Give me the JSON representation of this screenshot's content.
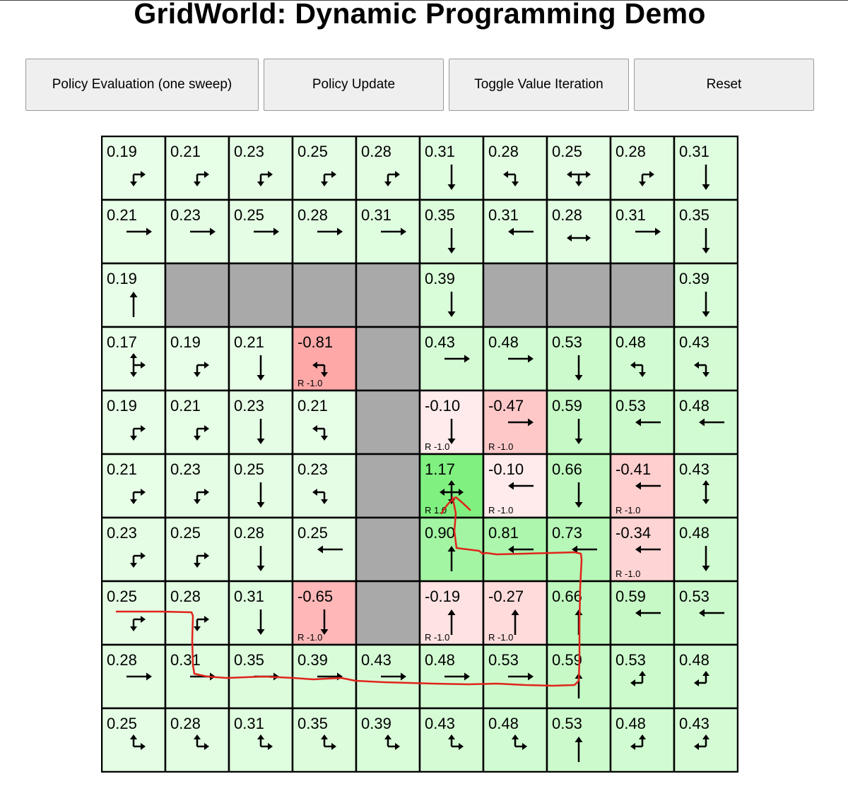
{
  "title": "GridWorld: Dynamic Programming Demo",
  "buttons": {
    "policy_evaluation": "Policy Evaluation (one sweep)",
    "policy_update": "Policy Update",
    "toggle_value_iteration": "Toggle Value Iteration",
    "reset": "Reset"
  },
  "colors": {
    "wall": "#a9a9a9",
    "positive_max": "#80f080",
    "negative_max": "#ffa8a8",
    "arrow": "#000000",
    "user_path": "#e0241b"
  },
  "grid": {
    "rows": 10,
    "cols": 10,
    "values": [
      [
        "0.19",
        "0.21",
        "0.23",
        "0.25",
        "0.28",
        "0.31",
        "0.28",
        "0.25",
        "0.28",
        "0.31"
      ],
      [
        "0.21",
        "0.23",
        "0.25",
        "0.28",
        "0.31",
        "0.35",
        "0.31",
        "0.28",
        "0.31",
        "0.35"
      ],
      [
        "0.19",
        null,
        null,
        null,
        null,
        "0.39",
        null,
        null,
        null,
        "0.39"
      ],
      [
        "0.17",
        "0.19",
        "0.21",
        "-0.81",
        null,
        "0.43",
        "0.48",
        "0.53",
        "0.48",
        "0.43"
      ],
      [
        "0.19",
        "0.21",
        "0.23",
        "0.21",
        null,
        "-0.10",
        "-0.47",
        "0.59",
        "0.53",
        "0.48"
      ],
      [
        "0.21",
        "0.23",
        "0.25",
        "0.23",
        null,
        "1.17",
        "-0.10",
        "0.66",
        "-0.41",
        "0.43"
      ],
      [
        "0.23",
        "0.25",
        "0.28",
        "0.25",
        null,
        "0.90",
        "0.81",
        "0.73",
        "-0.34",
        "0.48"
      ],
      [
        "0.25",
        "0.28",
        "0.31",
        "-0.65",
        null,
        "-0.19",
        "-0.27",
        "0.66",
        "0.59",
        "0.53"
      ],
      [
        "0.28",
        "0.31",
        "0.35",
        "0.39",
        "0.43",
        "0.48",
        "0.53",
        "0.59",
        "0.53",
        "0.48"
      ],
      [
        "0.25",
        "0.28",
        "0.31",
        "0.35",
        "0.39",
        "0.43",
        "0.48",
        "0.53",
        "0.48",
        "0.43"
      ]
    ],
    "rewards": [
      [
        "",
        "",
        "",
        "",
        "",
        "",
        "",
        "",
        "",
        ""
      ],
      [
        "",
        "",
        "",
        "",
        "",
        "",
        "",
        "",
        "",
        ""
      ],
      [
        "",
        "",
        "",
        "",
        "",
        "",
        "",
        "",
        "",
        ""
      ],
      [
        "",
        "",
        "",
        "R -1.0",
        "",
        "",
        "",
        "",
        "",
        ""
      ],
      [
        "",
        "",
        "",
        "",
        "",
        "R -1.0",
        "R -1.0",
        "",
        "",
        ""
      ],
      [
        "",
        "",
        "",
        "",
        "",
        "R 1.0",
        "R -1.0",
        "",
        "R -1.0",
        ""
      ],
      [
        "",
        "",
        "",
        "",
        "",
        "",
        "",
        "",
        "R -1.0",
        ""
      ],
      [
        "",
        "",
        "",
        "R -1.0",
        "",
        "R -1.0",
        "R -1.0",
        "",
        "",
        ""
      ],
      [
        "",
        "",
        "",
        "",
        "",
        "",
        "",
        "",
        "",
        ""
      ],
      [
        "",
        "",
        "",
        "",
        "",
        "",
        "",
        "",
        "",
        ""
      ]
    ],
    "policy": [
      [
        "DR",
        "DR",
        "DR",
        "DR",
        "DR",
        "D",
        "LD",
        "LRD",
        "DR",
        "D"
      ],
      [
        "R",
        "R",
        "R",
        "R",
        "R",
        "D",
        "L",
        "LR",
        "R",
        "D"
      ],
      [
        "U",
        "",
        "",
        "",
        "",
        "D",
        "",
        "",
        "",
        "D"
      ],
      [
        "URD",
        "DR",
        "D",
        "LD",
        "",
        "R",
        "R",
        "D",
        "LD",
        "LD"
      ],
      [
        "DR",
        "DR",
        "D",
        "LD",
        "",
        "D",
        "R",
        "D",
        "L",
        "L"
      ],
      [
        "DR",
        "DR",
        "D",
        "LD",
        "",
        "ULRD",
        "L",
        "D",
        "L",
        "UD"
      ],
      [
        "DR",
        "DR",
        "D",
        "L",
        "",
        "U",
        "L",
        "L",
        "L",
        "D"
      ],
      [
        "DR",
        "DR",
        "D",
        "D",
        "",
        "U",
        "U",
        "U",
        "L",
        "L"
      ],
      [
        "R",
        "R",
        "R",
        "R",
        "R",
        "R",
        "R",
        "U",
        "UL",
        "UL"
      ],
      [
        "UR",
        "UR",
        "UR",
        "UR",
        "UR",
        "UR",
        "UR",
        "U",
        "UL",
        "UL"
      ]
    ]
  }
}
